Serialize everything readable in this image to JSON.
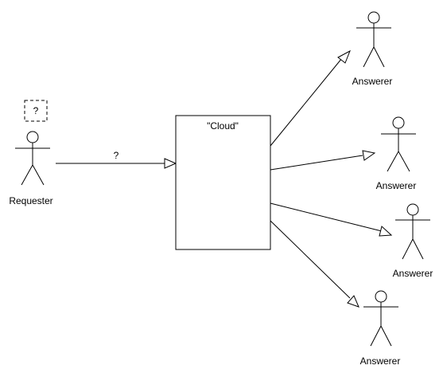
{
  "requester": {
    "label": "Requester",
    "query_mark": "?"
  },
  "request_edge": {
    "label": "?"
  },
  "cloud": {
    "label": "\"Cloud\""
  },
  "answerers": [
    {
      "label": "Answerer"
    },
    {
      "label": "Answerer"
    },
    {
      "label": "Answerer"
    },
    {
      "label": "Answerer"
    }
  ],
  "colors": {
    "stroke": "#000000",
    "fill": "#ffffff"
  }
}
